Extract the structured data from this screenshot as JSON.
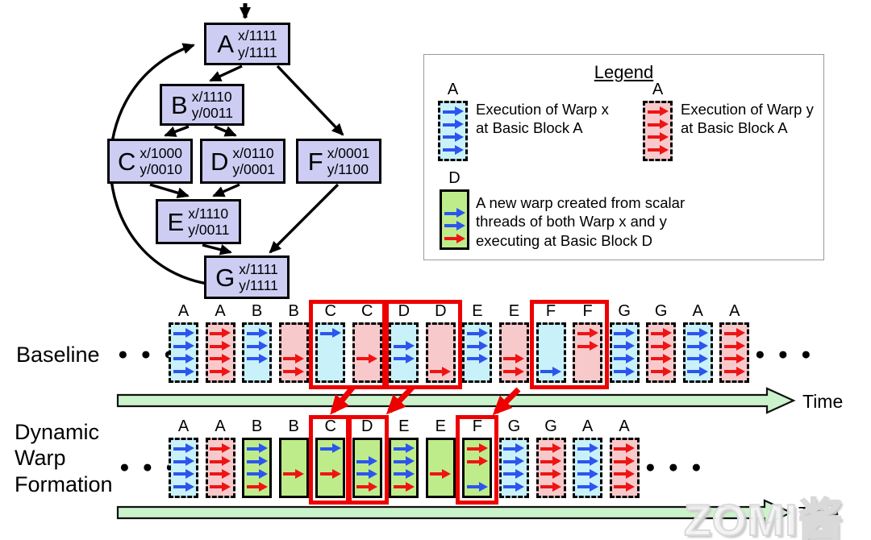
{
  "cfg": {
    "nodes": {
      "A": {
        "name": "A",
        "mask_x": "x/1111",
        "mask_y": "y/1111"
      },
      "B": {
        "name": "B",
        "mask_x": "x/1110",
        "mask_y": "y/0011"
      },
      "C": {
        "name": "C",
        "mask_x": "x/1000",
        "mask_y": "y/0010"
      },
      "D": {
        "name": "D",
        "mask_x": "x/0110",
        "mask_y": "y/0001"
      },
      "F": {
        "name": "F",
        "mask_x": "x/0001",
        "mask_y": "y/1100"
      },
      "E": {
        "name": "E",
        "mask_x": "x/1110",
        "mask_y": "y/0011"
      },
      "G": {
        "name": "G",
        "mask_x": "x/1111",
        "mask_y": "y/1111"
      }
    },
    "edges": [
      "entry->A",
      "A->B",
      "A->F",
      "B->C",
      "B->D",
      "C->E",
      "D->E",
      "E->G",
      "F->G",
      "G->A"
    ]
  },
  "legend": {
    "title": "Legend",
    "items": [
      {
        "label": "A",
        "kind": "warp-x",
        "lanes": [
          "blue",
          "blue",
          "blue",
          "blue"
        ],
        "text_lines": [
          "Execution of Warp x",
          "at Basic Block A"
        ]
      },
      {
        "label": "A",
        "kind": "warp-y",
        "lanes": [
          "red",
          "red",
          "red",
          "red"
        ],
        "text_lines": [
          "Execution of Warp y",
          "at Basic Block A"
        ]
      },
      {
        "label": "D",
        "kind": "new-warp",
        "lanes": [
          null,
          "blue",
          "blue",
          "red"
        ],
        "text_lines": [
          "A new warp created from scalar",
          "threads of both Warp x and y",
          "executing at Basic Block D"
        ]
      }
    ]
  },
  "ellipsis": "● ● ●",
  "baseline": {
    "label": "Baseline",
    "blocks": [
      {
        "label": "A",
        "kind": "warp-x",
        "lanes": [
          "blue",
          "blue",
          "blue",
          "blue"
        ],
        "hl": null
      },
      {
        "label": "A",
        "kind": "warp-y",
        "lanes": [
          "red",
          "red",
          "red",
          "red"
        ],
        "hl": null
      },
      {
        "label": "B",
        "kind": "warp-x",
        "lanes": [
          "blue",
          "blue",
          "blue",
          null
        ],
        "hl": null
      },
      {
        "label": "B",
        "kind": "warp-y",
        "lanes": [
          null,
          null,
          "red",
          "red"
        ],
        "hl": null
      },
      {
        "label": "C",
        "kind": "warp-x",
        "lanes": [
          "blue",
          null,
          null,
          null
        ],
        "hl": 1
      },
      {
        "label": "C",
        "kind": "warp-y",
        "lanes": [
          null,
          null,
          "red",
          null
        ],
        "hl": 1
      },
      {
        "label": "D",
        "kind": "warp-x",
        "lanes": [
          null,
          "blue",
          "blue",
          null
        ],
        "hl": 2
      },
      {
        "label": "D",
        "kind": "warp-y",
        "lanes": [
          null,
          null,
          null,
          "red"
        ],
        "hl": 2
      },
      {
        "label": "E",
        "kind": "warp-x",
        "lanes": [
          "blue",
          "blue",
          "blue",
          null
        ],
        "hl": null
      },
      {
        "label": "E",
        "kind": "warp-y",
        "lanes": [
          null,
          null,
          "red",
          "red"
        ],
        "hl": null
      },
      {
        "label": "F",
        "kind": "warp-x",
        "lanes": [
          null,
          null,
          null,
          "blue"
        ],
        "hl": 3
      },
      {
        "label": "F",
        "kind": "warp-y",
        "lanes": [
          "red",
          "red",
          null,
          null
        ],
        "hl": 3
      },
      {
        "label": "G",
        "kind": "warp-x",
        "lanes": [
          "blue",
          "blue",
          "blue",
          "blue"
        ],
        "hl": null
      },
      {
        "label": "G",
        "kind": "warp-y",
        "lanes": [
          "red",
          "red",
          "red",
          "red"
        ],
        "hl": null
      },
      {
        "label": "A",
        "kind": "warp-x",
        "lanes": [
          "blue",
          "blue",
          "blue",
          "blue"
        ],
        "hl": null
      },
      {
        "label": "A",
        "kind": "warp-y",
        "lanes": [
          "red",
          "red",
          "red",
          "red"
        ],
        "hl": null
      }
    ]
  },
  "dwf": {
    "label_lines": [
      "Dynamic",
      "Warp",
      "Formation"
    ],
    "blocks": [
      {
        "label": "A",
        "kind": "warp-x",
        "lanes": [
          "blue",
          "blue",
          "blue",
          "blue"
        ],
        "hl": null
      },
      {
        "label": "A",
        "kind": "warp-y",
        "lanes": [
          "red",
          "red",
          "red",
          "red"
        ],
        "hl": null
      },
      {
        "label": "B",
        "kind": "new-warp",
        "lanes": [
          "blue",
          "blue",
          "blue",
          "red"
        ],
        "hl": null
      },
      {
        "label": "B",
        "kind": "new-warp",
        "lanes": [
          null,
          null,
          "red",
          null
        ],
        "hl": null
      },
      {
        "label": "C",
        "kind": "new-warp",
        "lanes": [
          "blue",
          null,
          "red",
          null
        ],
        "hl": 1
      },
      {
        "label": "D",
        "kind": "new-warp",
        "lanes": [
          null,
          "blue",
          "blue",
          "red"
        ],
        "hl": 2
      },
      {
        "label": "E",
        "kind": "new-warp",
        "lanes": [
          "blue",
          "blue",
          "blue",
          "red"
        ],
        "hl": null
      },
      {
        "label": "E",
        "kind": "new-warp",
        "lanes": [
          null,
          null,
          "red",
          null
        ],
        "hl": null
      },
      {
        "label": "F",
        "kind": "new-warp",
        "lanes": [
          "red",
          "red",
          null,
          "blue"
        ],
        "hl": 3
      },
      {
        "label": "G",
        "kind": "warp-x",
        "lanes": [
          "blue",
          "blue",
          "blue",
          "blue"
        ],
        "hl": null
      },
      {
        "label": "G",
        "kind": "warp-y",
        "lanes": [
          "red",
          "red",
          "red",
          "red"
        ],
        "hl": null
      },
      {
        "label": "A",
        "kind": "warp-x",
        "lanes": [
          "blue",
          "blue",
          "blue",
          "blue"
        ],
        "hl": null
      },
      {
        "label": "A",
        "kind": "warp-y",
        "lanes": [
          "red",
          "red",
          "red",
          "red"
        ],
        "hl": null
      }
    ]
  },
  "time_axis": {
    "label": "Time"
  },
  "watermark": "ZOMI酱",
  "colors": {
    "node_fill": "#CDCDF4",
    "warp_x_fill": "#C9F1F9",
    "warp_y_fill": "#F8C9CB",
    "new_warp_fill": "#BEEC8B",
    "blue_arrow": "#2B55EE",
    "red_arrow": "#EE1414",
    "highlight_red": "#EE0000",
    "time_bar_fill": "#CBF3CB"
  }
}
